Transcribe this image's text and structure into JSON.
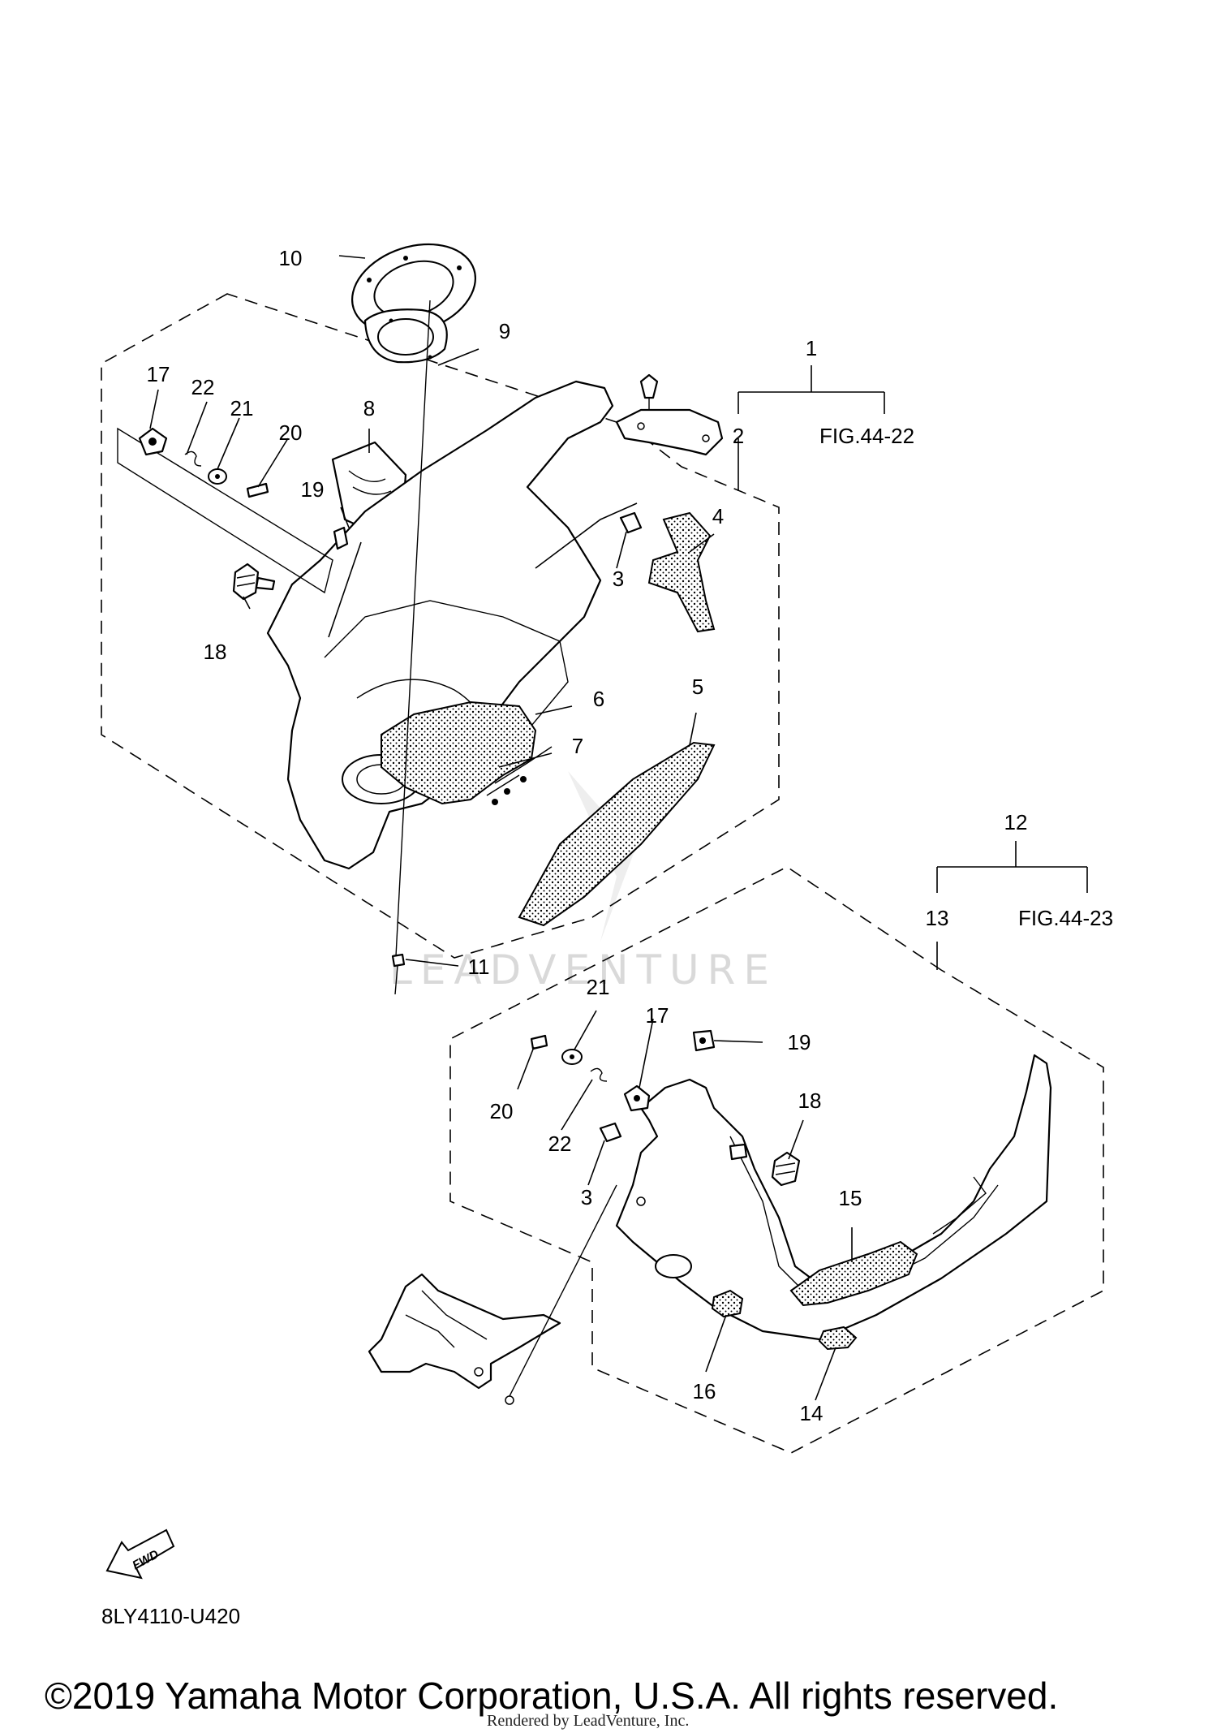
{
  "callouts": {
    "c1": "1",
    "c2": "2",
    "c3a": "3",
    "c3b": "3",
    "c4": "4",
    "c5": "5",
    "c6": "6",
    "c7": "7",
    "c8": "8",
    "c9": "9",
    "c10": "10",
    "c11": "11",
    "c12": "12",
    "c13": "13",
    "c14": "14",
    "c15": "15",
    "c16": "16",
    "c17a": "17",
    "c17b": "17",
    "c18a": "18",
    "c18b": "18",
    "c19a": "19",
    "c19b": "19",
    "c20a": "20",
    "c20b": "20",
    "c21a": "21",
    "c21b": "21",
    "c22a": "22",
    "c22b": "22"
  },
  "references": {
    "fig_upper": "FIG.44-22",
    "fig_lower": "FIG.44-23"
  },
  "fwd_label": "FWD",
  "diagram_code": "8LY4110-U420",
  "watermark": "LEADVENTURE",
  "copyright": "©2019 Yamaha Motor Corporation, U.S.A. All rights reserved.",
  "rendered_by": "Rendered by LeadVenture, Inc."
}
